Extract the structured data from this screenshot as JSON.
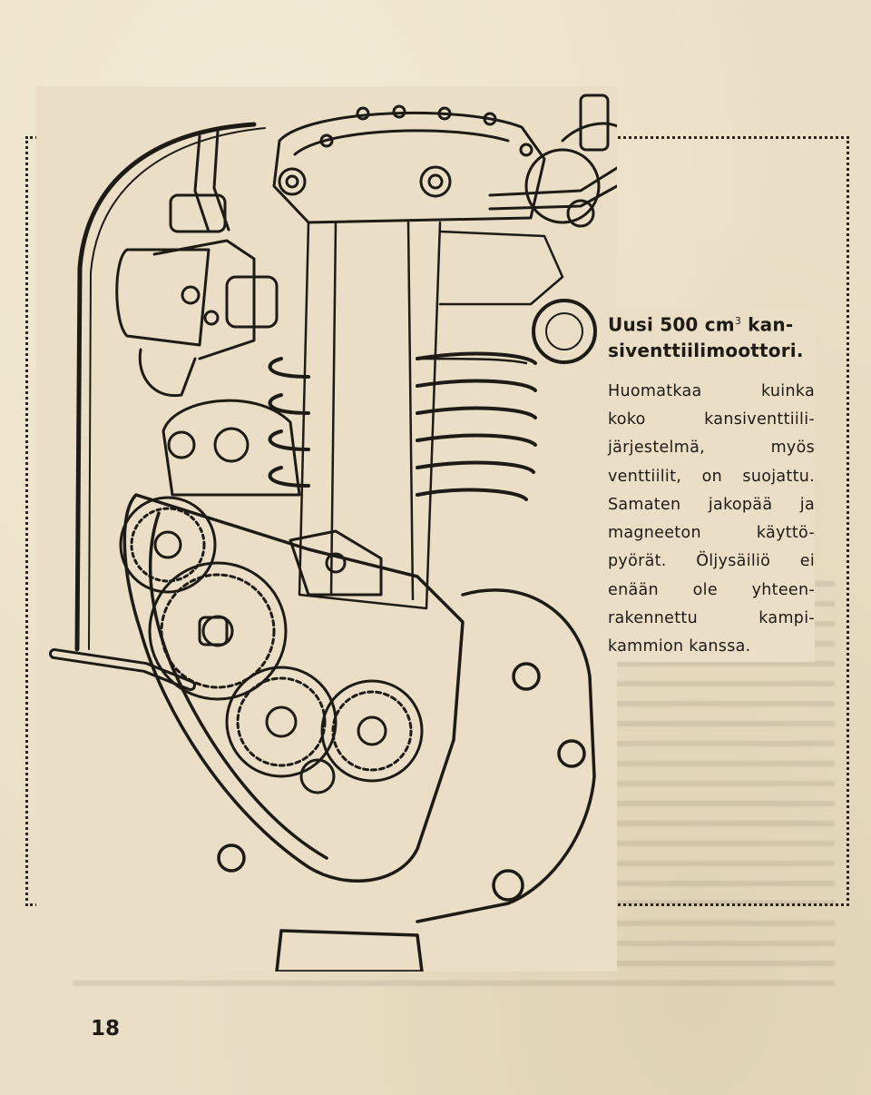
{
  "caption": {
    "title_prefix": "Uusi 500 cm",
    "title_sup": "3",
    "title_suffix": " kan-",
    "title_line2": "siventtiilimoottori.",
    "body_lines": [
      "Huomatkaa kuinka",
      "koko kansiventtiili-",
      "järjestelmä, myös",
      "venttiilit, on suojattu.",
      "Samaten jakopää ja",
      "magneeton käyttö-",
      "pyörät. Öljysäiliö ei",
      "enään ole yhteen-",
      "rakennettu kampi-",
      "kammion kanssa."
    ]
  },
  "page_number": "18",
  "illustration": {
    "icon": "engine-illustration-icon",
    "ink_color": "#1e1a16",
    "paper_color": "#eadfc6"
  }
}
